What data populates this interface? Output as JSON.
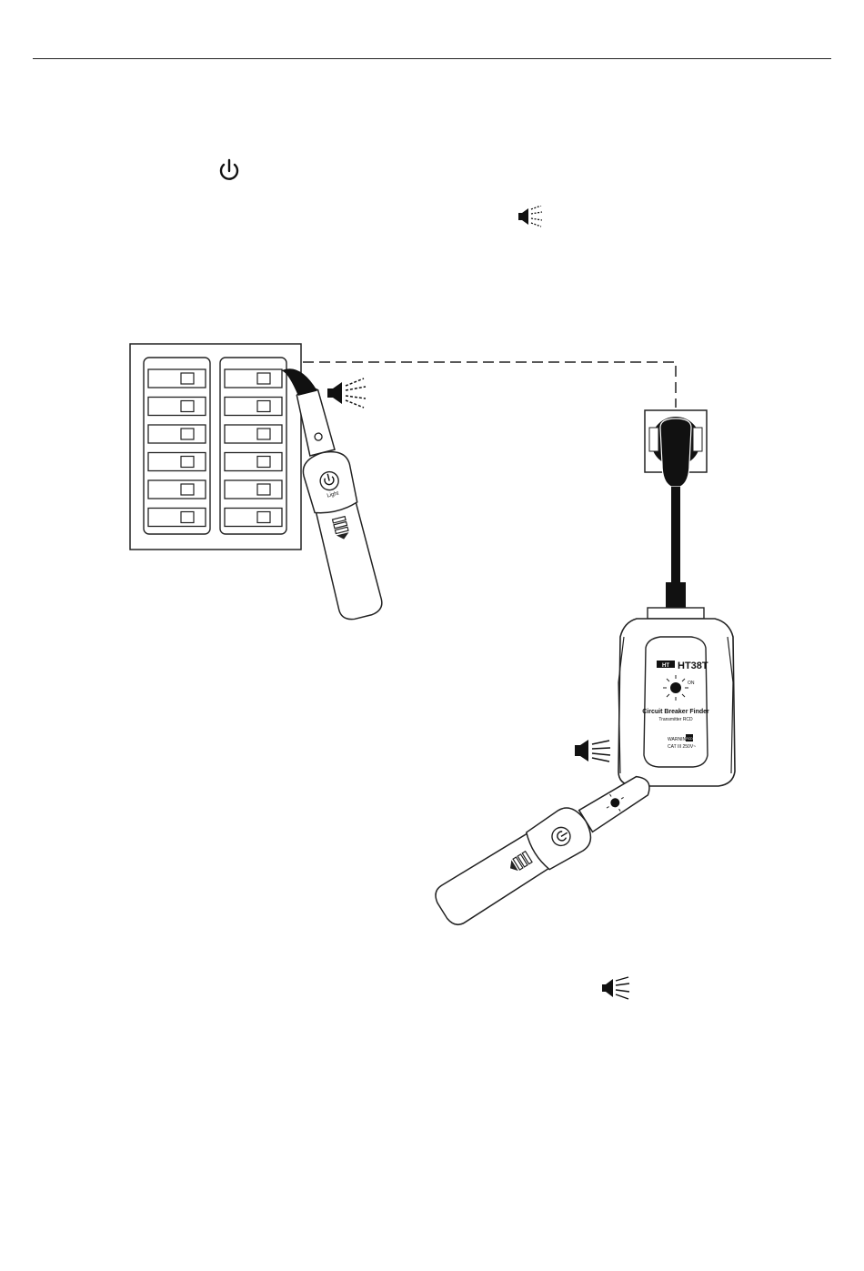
{
  "illustration": {
    "device_brand": "HT",
    "device_model": "HT38T",
    "indicator_label": "ON",
    "device_title": "Circuit Breaker Finder",
    "device_subtitle": "Transmitter RCD",
    "warning_label": "WARNING",
    "rcd_label": "RCD",
    "trip_label": "CAT III 250V~",
    "probe_button_label": "Light"
  },
  "icons": {
    "power": "power-icon",
    "speaker_inline": "speaker-icon",
    "speaker_bottom": "speaker-icon",
    "panel_speaker": "speaker-icon",
    "receiver_speaker": "speaker-icon"
  }
}
